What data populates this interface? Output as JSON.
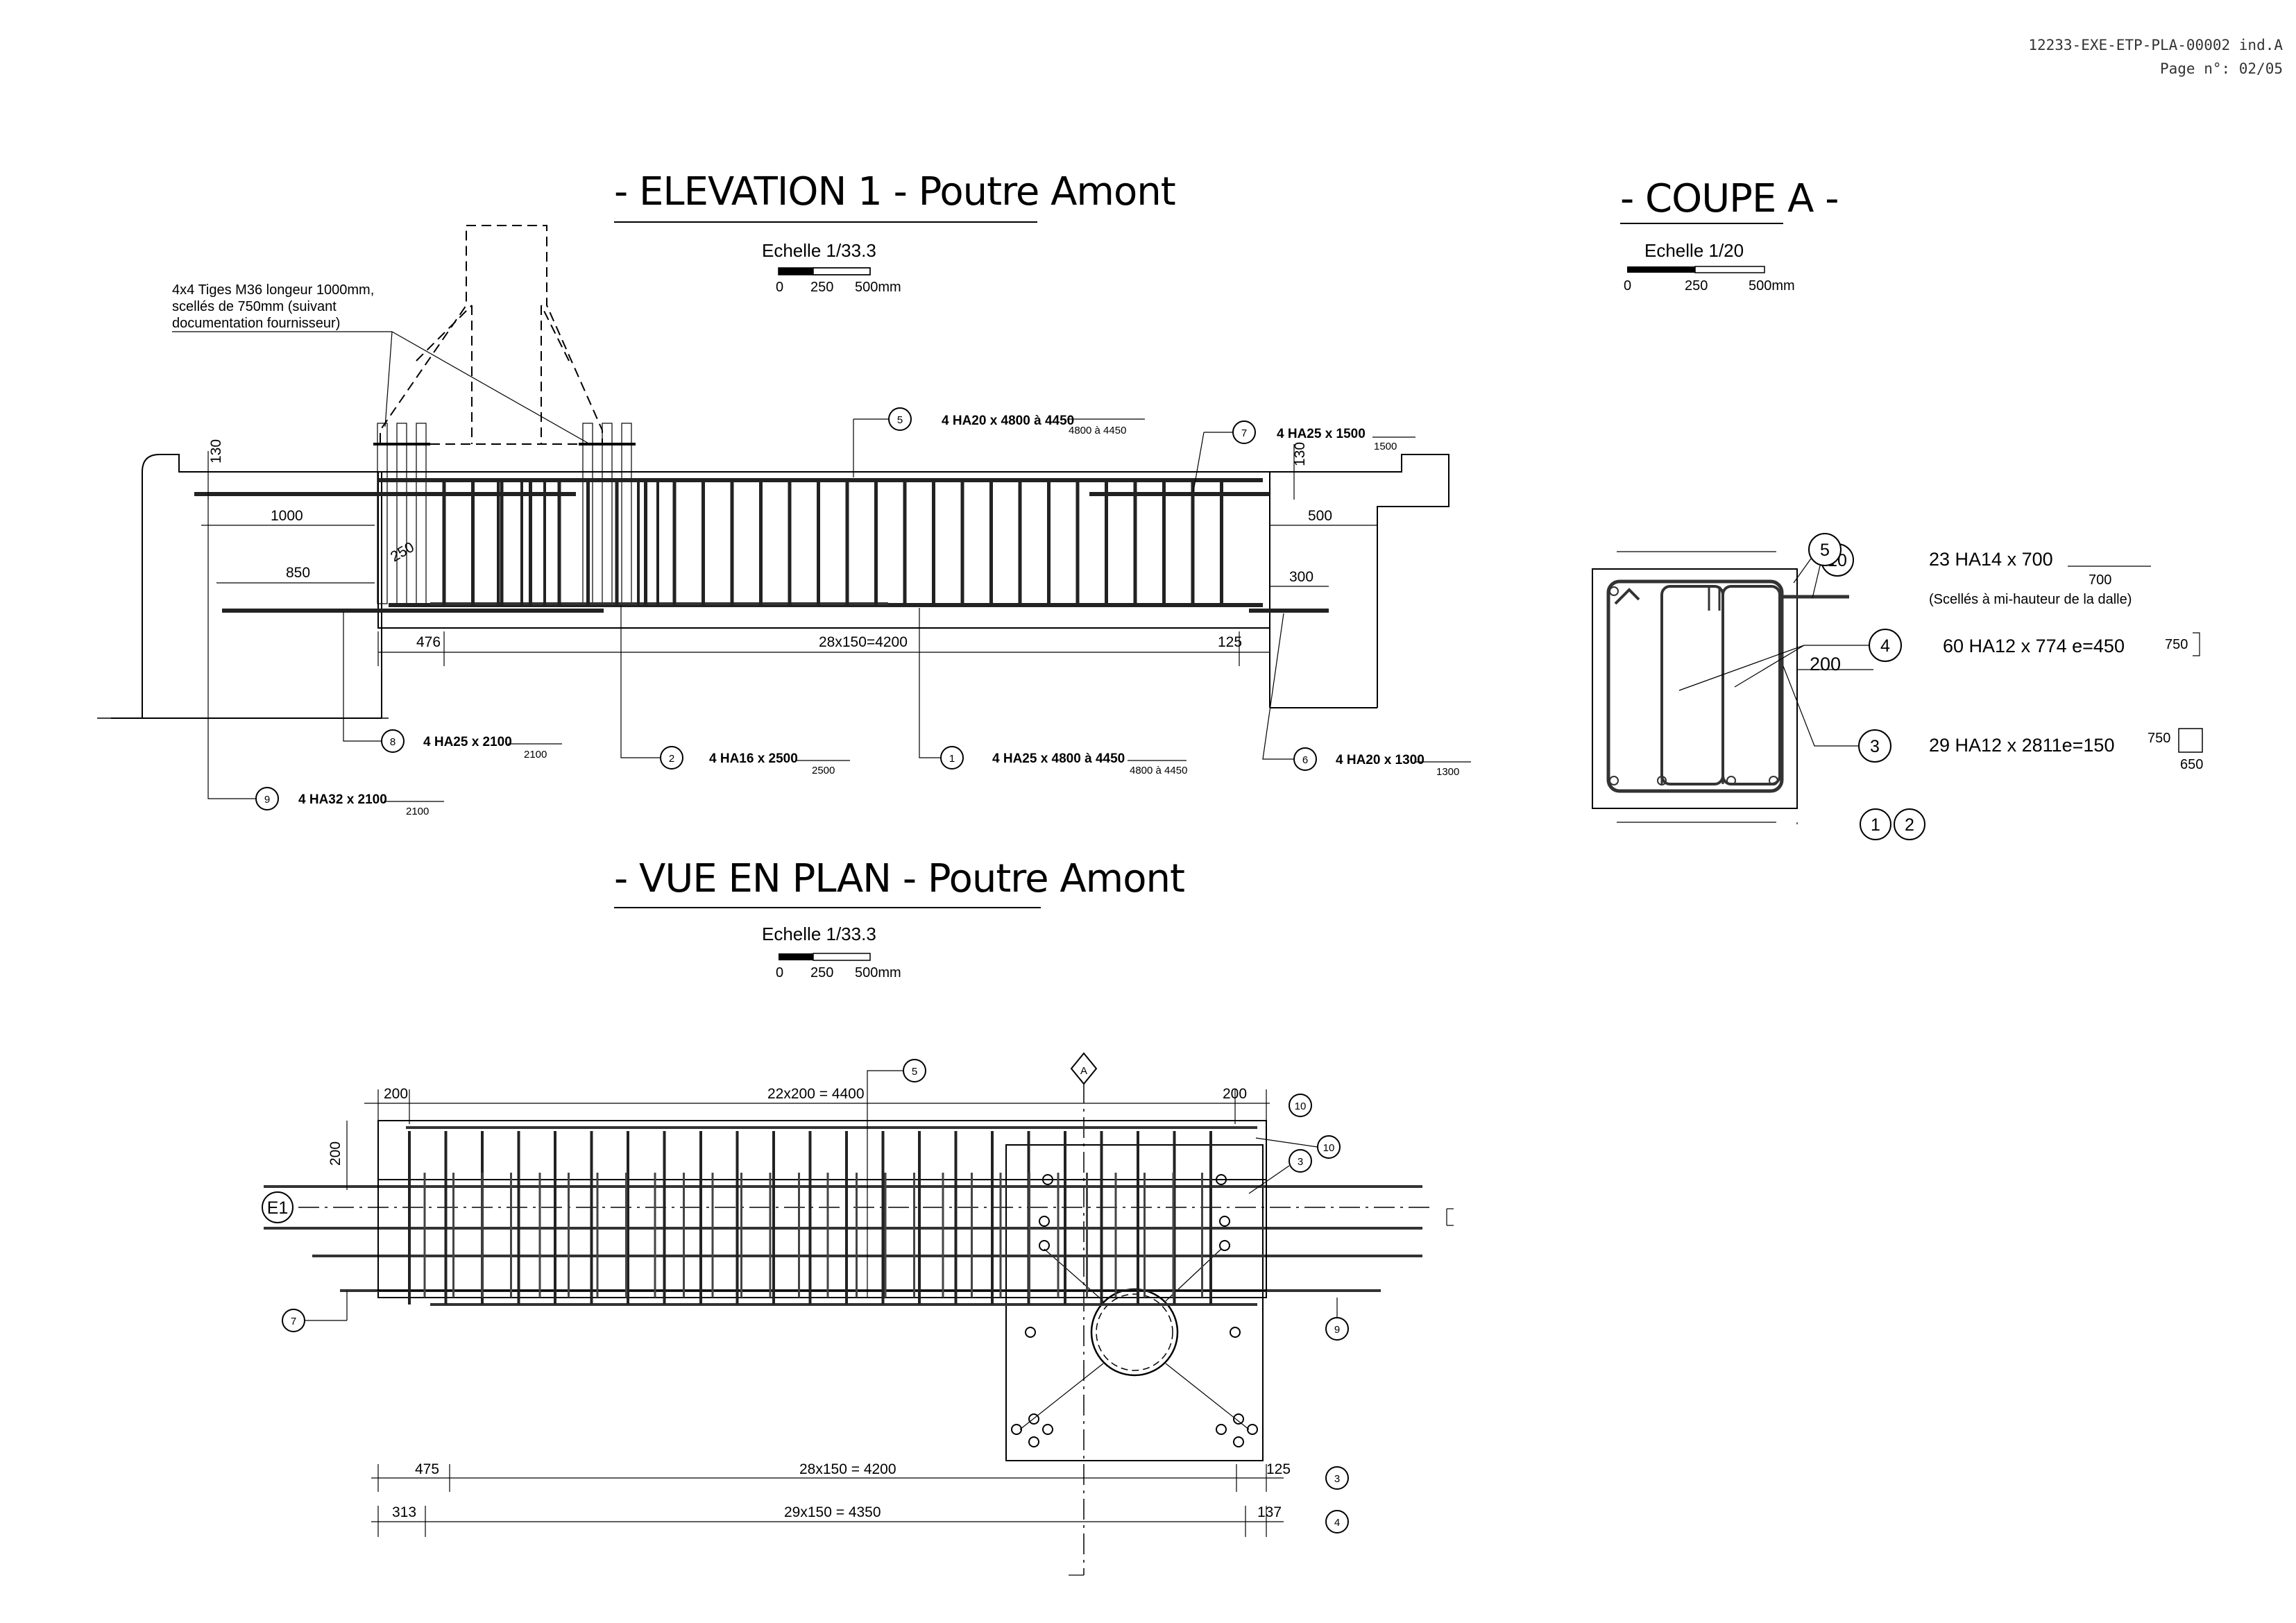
{
  "header": {
    "doc_ref": "12233-EXE-ETP-PLA-00002 ind.A",
    "page": "Page n°:  02/05"
  },
  "elevation": {
    "title": "- ELEVATION 1 - Poutre Amont",
    "scale": "Echelle 1/33.3",
    "scale_ticks": [
      "0",
      "250",
      "500mm"
    ],
    "note": [
      "4x4 Tiges M36 longeur 1000mm,",
      "scellés de 750mm (suivant",
      "documentation fournisseur)"
    ],
    "bars": [
      {
        "n": "5",
        "label": "4 HA20 x 4800 à 4450",
        "sub": "4800 à 4450"
      },
      {
        "n": "7",
        "label": "4 HA25 x 1500",
        "sub": "1500"
      },
      {
        "n": "8",
        "label": "4 HA25 x 2100",
        "sub": "2100"
      },
      {
        "n": "2",
        "label": "4 HA16 x 2500",
        "sub": "2500"
      },
      {
        "n": "1",
        "label": "4 HA25 x 4800 à 4450",
        "sub": "4800 à 4450"
      },
      {
        "n": "6",
        "label": "4 HA20 x 1300",
        "sub": "1300"
      },
      {
        "n": "9",
        "label": "4 HA32 x 2100",
        "sub": "2100"
      }
    ],
    "dims": {
      "d130a": "130",
      "d1000": "1000",
      "d250": "250",
      "d850": "850",
      "d476": "476",
      "d28x150": "28x150=4200",
      "d125": "125",
      "d130b": "130",
      "d500": "500",
      "d300": "300"
    }
  },
  "coupe": {
    "title": "- COUPE A -",
    "scale": "Echelle 1/20",
    "scale_ticks": [
      "0",
      "250",
      "500mm"
    ],
    "callouts": [
      {
        "n": "10",
        "label": "23 HA14 x 700",
        "sub": "700",
        "note": "(Scellés à mi-hauteur de la dalle)"
      },
      {
        "n": "4",
        "label": "60 HA12 x 774  e=450",
        "dim": "750"
      },
      {
        "n": "3",
        "label": "29 HA12 x 2811e=150",
        "dim": "750",
        "dim2": "650"
      }
    ],
    "bubbles": [
      "5",
      "1",
      "2"
    ],
    "d200": "200"
  },
  "plan": {
    "title": "- VUE EN PLAN - Poutre Amont",
    "scale": "Echelle 1/33.3",
    "scale_ticks": [
      "0",
      "250",
      "500mm"
    ],
    "dims": {
      "top_left": "200",
      "top_mid": "22x200  =  4400",
      "top_right": "200",
      "left_vert": "200",
      "b1_left": "475",
      "b1_mid": "28x150  =  4200",
      "b1_right": "125",
      "b2_left": "313",
      "b2_mid": "29x150  =  4350",
      "b2_right": "137"
    },
    "bubbles": [
      "5",
      "10",
      "10",
      "3",
      "7",
      "9",
      "3",
      "4"
    ],
    "section_mark": "A",
    "elev_mark": "E1"
  }
}
